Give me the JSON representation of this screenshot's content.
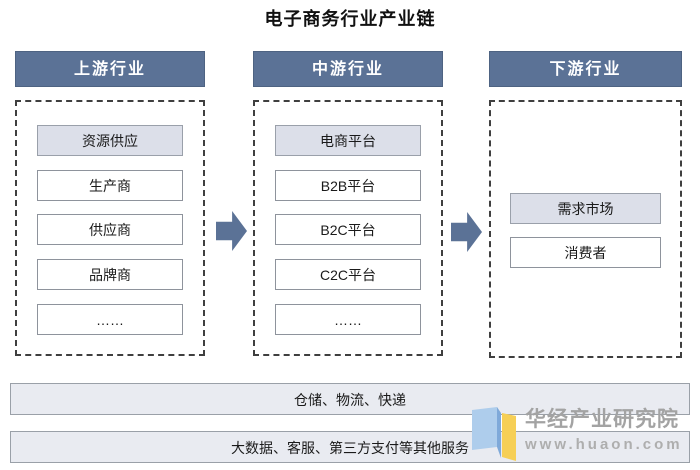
{
  "title": "电子商务行业产业链",
  "columns": [
    {
      "header": "上游行业",
      "items": [
        "资源供应",
        "生产商",
        "供应商",
        "品牌商",
        "……"
      ]
    },
    {
      "header": "中游行业",
      "items": [
        "电商平台",
        "B2B平台",
        "B2C平台",
        "C2C平台",
        "……"
      ]
    },
    {
      "header": "下游行业",
      "items": [
        "需求市场",
        "消费者"
      ]
    }
  ],
  "bottom_bars": [
    "仓储、物流、快递",
    "大数据、客服、第三方支付等其他服务"
  ],
  "watermark": {
    "name": "华经产业研究院",
    "url": "www.huaon.com"
  },
  "icons": [
    "right-arrow-icon",
    "right-arrow-icon",
    "huaon-logo-icon"
  ],
  "colors": {
    "header_background": "#5b7296",
    "header_text": "#ffffff",
    "highlight_box_fill": "#dcdfe9",
    "plain_box_fill": "#ffffff",
    "box_border": "#8e939c",
    "dashed_border": "#3f3f3f",
    "arrow": "#5b7296",
    "bottom_bar_fill": "#e9ebf1",
    "watermark_text": "#a3a3a3",
    "logo_blue": "#aecdec",
    "logo_yellow": "#f6cf56"
  }
}
